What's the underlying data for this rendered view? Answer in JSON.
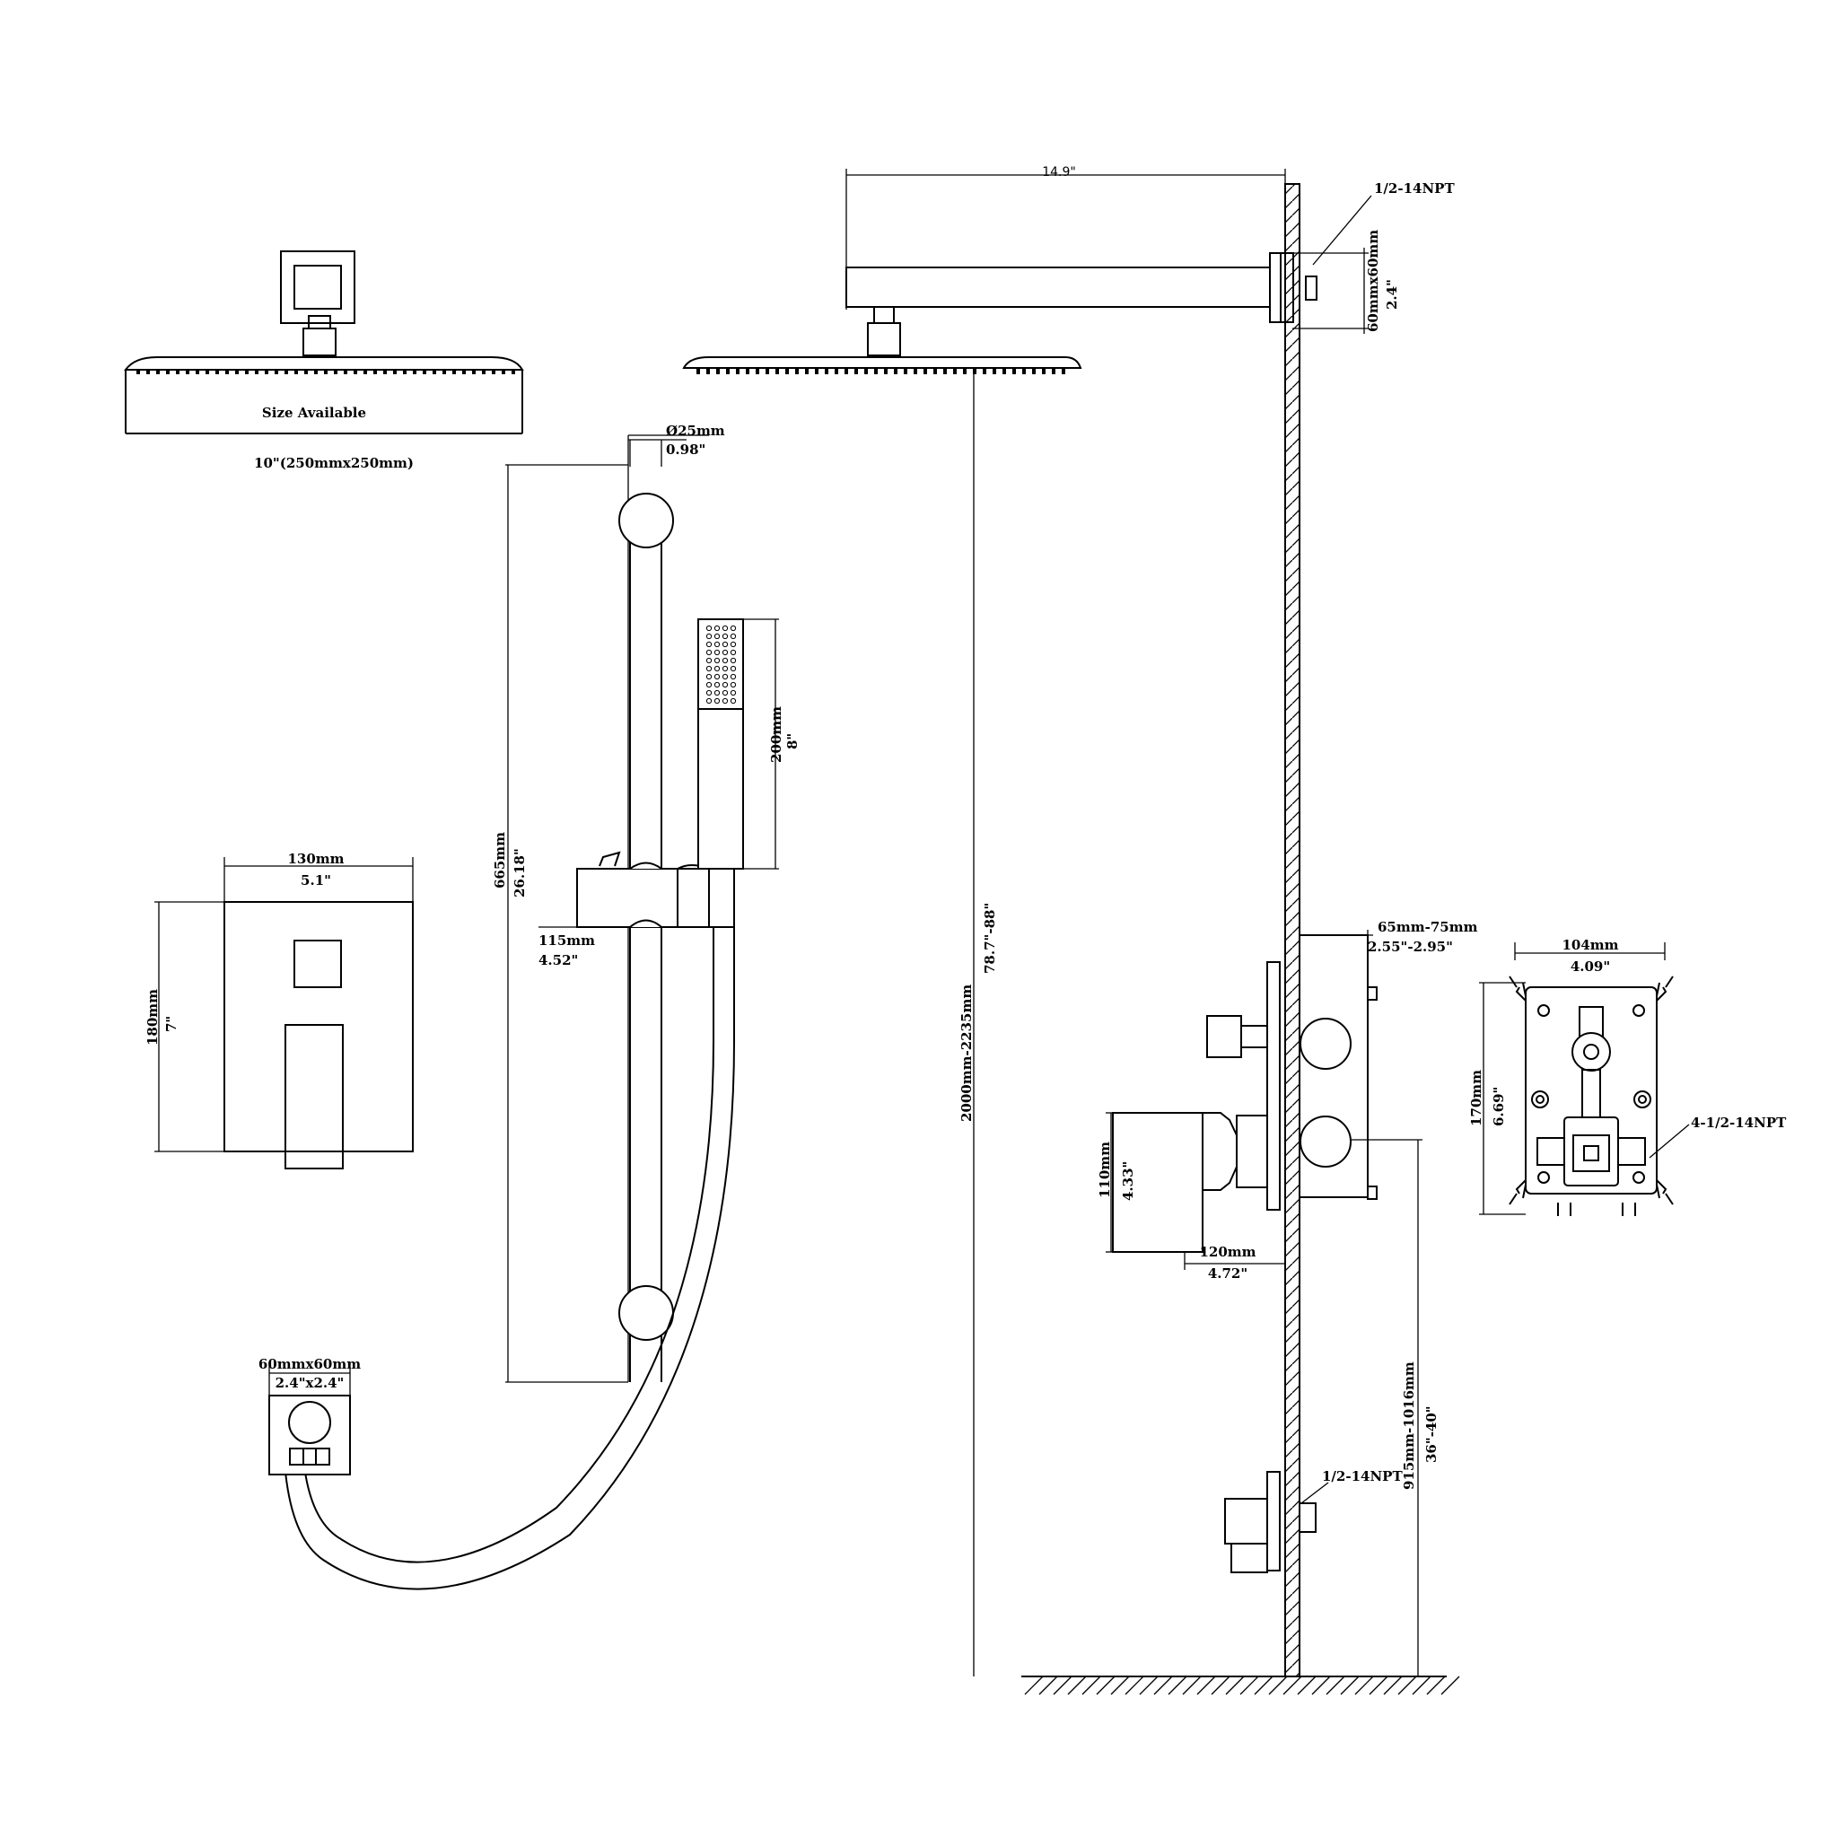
{
  "labels": {
    "size_available": "Size Available",
    "head_size": "10\"(250mmx250mm)",
    "arm_length": "14.9\"",
    "npt_top": "1/2-14NPT",
    "flange_mm": "60mmx60mm",
    "flange_in": "2.4\"",
    "bar_dia_mm": "Ø25mm",
    "bar_dia_in": "0.98\"",
    "hand_len_mm": "200mm",
    "hand_len_in": "8\"",
    "bar_len_mm": "665mm",
    "bar_len_in": "26.18\"",
    "slider_mm": "115mm",
    "slider_in": "4.52\"",
    "height_mm": "2000mm-2235mm",
    "height_in": "78.7\"-88\"",
    "trim_w_mm": "130mm",
    "trim_w_in": "5.1\"",
    "trim_h_mm": "180mm",
    "trim_h_in": "7\"",
    "elbow_mm": "60mmx60mm",
    "elbow_in": "2.4\"x2.4\"",
    "wall_depth_mm": "65mm-75mm",
    "wall_depth_in": "2.55\"-2.95\"",
    "handle_mm": "110mm",
    "handle_in": "4.33\"",
    "handle_reach_mm": "120mm",
    "handle_reach_in": "4.72\"",
    "valve_h_mm": "915mm-1016mm",
    "valve_h_in": "36\"-40\"",
    "npt_bottom": "1/2-14NPT",
    "body_w_mm": "104mm",
    "body_w_in": "4.09\"",
    "body_h_mm": "170mm",
    "body_h_in": "6.69\"",
    "npt_body": "4-1/2-14NPT"
  }
}
